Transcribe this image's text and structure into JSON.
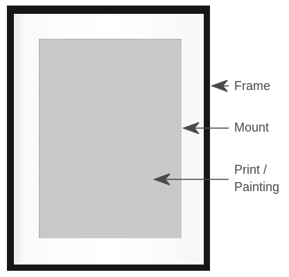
{
  "labels": {
    "frame": "Frame",
    "mount": "Mount",
    "print_line1": "Print /",
    "print_line2": "Painting"
  },
  "colors": {
    "frame": "#161616",
    "mount": "#ffffff",
    "print": "#c9c9c9",
    "arrow": "#4a4a4a",
    "text": "#4a4a4a"
  }
}
